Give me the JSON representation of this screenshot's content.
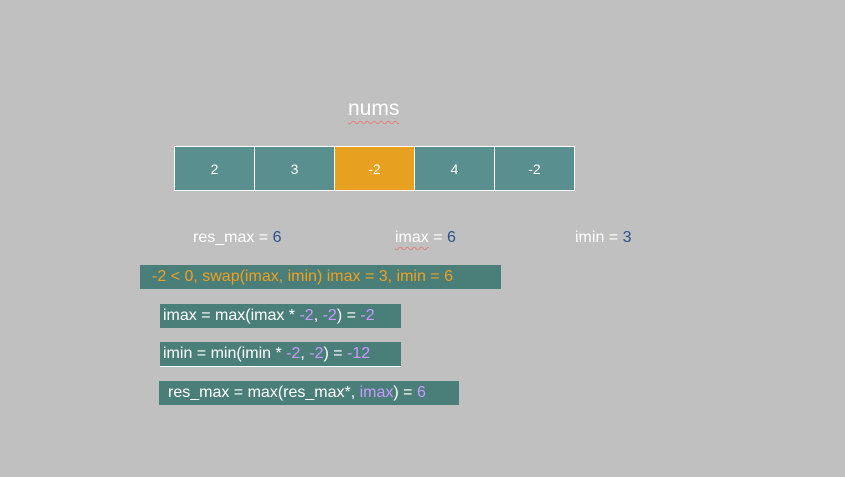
{
  "title": "nums",
  "nums": [
    "2",
    "3",
    "-2",
    "4",
    "-2"
  ],
  "highlight_index": 2,
  "vars": {
    "res_max": {
      "label": "res_max = ",
      "value": "6"
    },
    "imax": {
      "label": "imax",
      "eq": " = ",
      "value": "6"
    },
    "imin": {
      "label": "imin = ",
      "value": "3"
    }
  },
  "condition": "-2 < 0, swap(imax, imin) imax = 3, imin = 6",
  "line1": {
    "a": "imax = max(imax * ",
    "b": "-2",
    "c": ", ",
    "d": "-2",
    "e": ") = ",
    "f": "-2"
  },
  "line2": {
    "a": "imin = min(imin * ",
    "b": "-2",
    "c": ", ",
    "d": "-2",
    "e": ") = ",
    "f": "-12"
  },
  "line3": {
    "a": "res_max = max(res_max*, ",
    "b": "imax",
    "c": ") = ",
    "d": "6"
  },
  "colors": {
    "background": "#c0c0c0",
    "cell": "#5a8f8f",
    "highlight": "#e8a020",
    "box": "#4a7f79",
    "value_blue": "#2f4f8f",
    "purple": "#c79aff",
    "orange_text": "#f0a020"
  }
}
